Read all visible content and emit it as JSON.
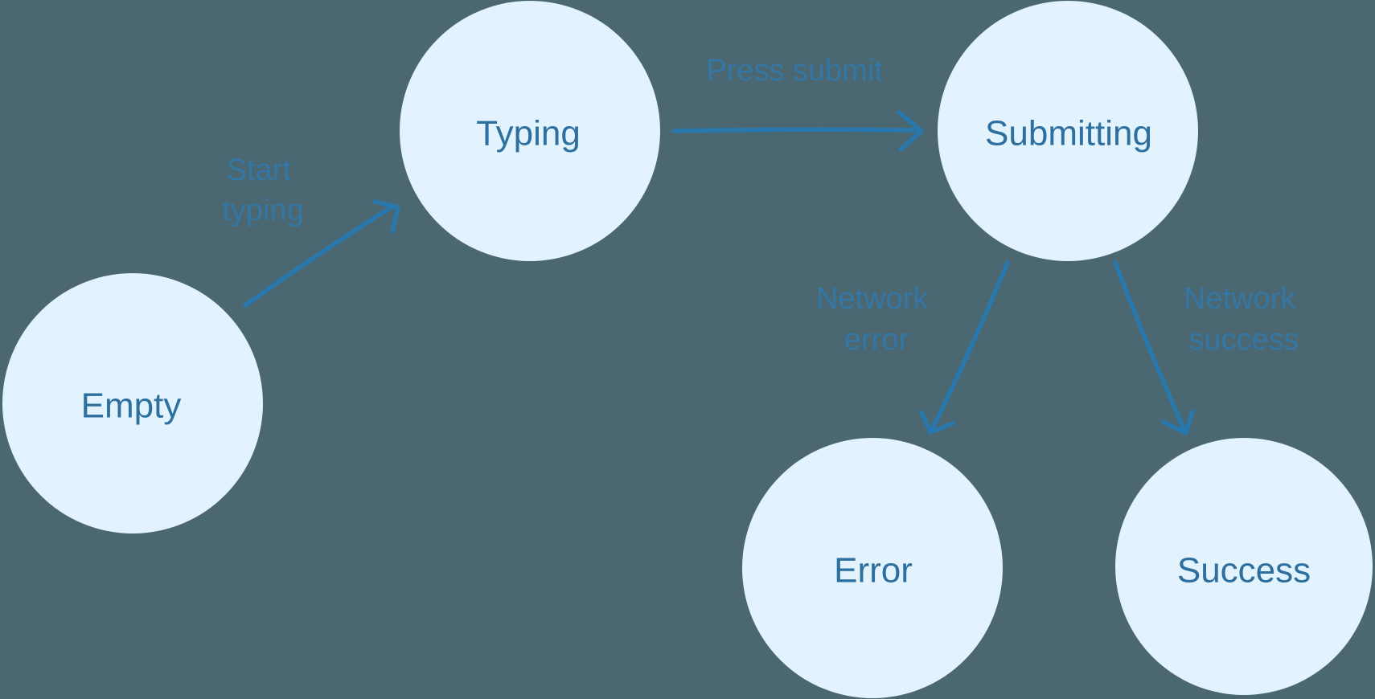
{
  "colors": {
    "background": "#4b6771",
    "node_fill": "#e2f3fd",
    "node_text": "#2d6f9f",
    "arrow": "#2878ae",
    "transition_text": "#3377a7"
  },
  "diagram": {
    "type": "state-machine",
    "states": [
      {
        "id": "empty",
        "label": "Empty"
      },
      {
        "id": "typing",
        "label": "Typing"
      },
      {
        "id": "submitting",
        "label": "Submitting"
      },
      {
        "id": "error",
        "label": "Error"
      },
      {
        "id": "success",
        "label": "Success"
      }
    ],
    "transitions": [
      {
        "from": "empty",
        "to": "typing",
        "label": "Start typing",
        "lines": [
          "Start",
          "typing"
        ]
      },
      {
        "from": "typing",
        "to": "submitting",
        "label": "Press submit",
        "lines": [
          "Press submit"
        ]
      },
      {
        "from": "submitting",
        "to": "error",
        "label": "Network error",
        "lines": [
          "Network",
          "error"
        ]
      },
      {
        "from": "submitting",
        "to": "success",
        "label": "Network success",
        "lines": [
          "Network",
          "success"
        ]
      }
    ]
  }
}
